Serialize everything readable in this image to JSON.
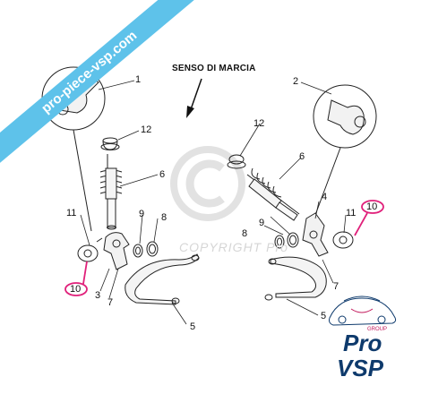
{
  "header": {
    "direction_label": "SENSO DI MARCIA"
  },
  "watermark": {
    "ribbon_text": "pro-piece-vsp.com",
    "copyright_text": "COPYRIGHT Pro"
  },
  "callouts": {
    "c1": "1",
    "c2": "2",
    "c3": "3",
    "c4": "4",
    "c5a": "5",
    "c5b": "5",
    "c6a": "6",
    "c6b": "6",
    "c7a": "7",
    "c7b": "7",
    "c8a": "8",
    "c8b": "8",
    "c9a": "9",
    "c9b": "9",
    "c10a": "10",
    "c10b": "10",
    "c11a": "11",
    "c11b": "11",
    "c12a": "12",
    "c12b": "12"
  },
  "logo": {
    "line1": "Pro",
    "line2": "VSP",
    "group": "GROUP"
  },
  "colors": {
    "ribbon": "#5ec2ea",
    "highlight": "#e0207a",
    "brand": "#0e3a6c"
  }
}
